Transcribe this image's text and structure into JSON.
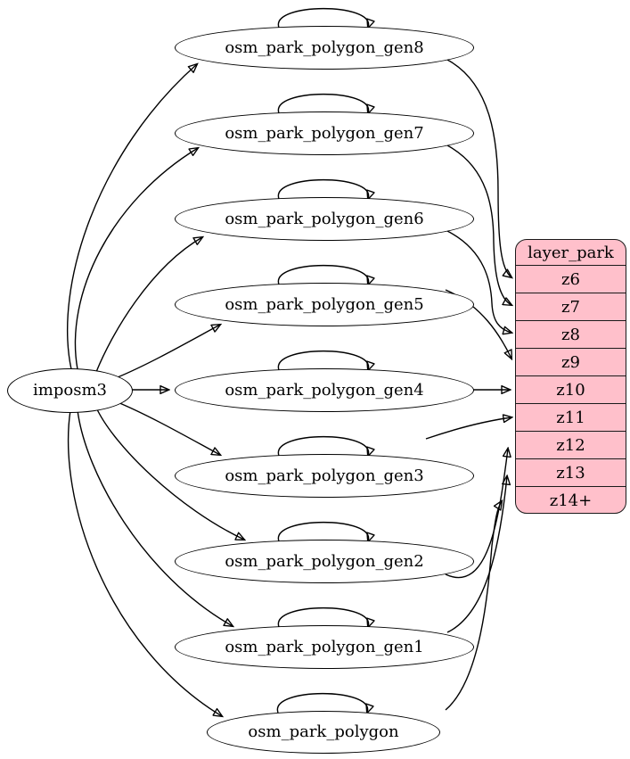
{
  "diagram": {
    "source_node": {
      "label": "imposm3"
    },
    "generalized_tables": [
      {
        "label": "osm_park_polygon_gen8"
      },
      {
        "label": "osm_park_polygon_gen7"
      },
      {
        "label": "osm_park_polygon_gen6"
      },
      {
        "label": "osm_park_polygon_gen5"
      },
      {
        "label": "osm_park_polygon_gen4"
      },
      {
        "label": "osm_park_polygon_gen3"
      },
      {
        "label": "osm_park_polygon_gen2"
      },
      {
        "label": "osm_park_polygon_gen1"
      },
      {
        "label": "osm_park_polygon"
      }
    ],
    "layer_table": {
      "title": "layer_park",
      "rows": [
        "z6",
        "z7",
        "z8",
        "z9",
        "z10",
        "z11",
        "z12",
        "z13",
        "z14+"
      ]
    },
    "edges": [
      {
        "from": "imposm3",
        "to": "osm_park_polygon_gen8"
      },
      {
        "from": "imposm3",
        "to": "osm_park_polygon_gen7"
      },
      {
        "from": "imposm3",
        "to": "osm_park_polygon_gen6"
      },
      {
        "from": "imposm3",
        "to": "osm_park_polygon_gen5"
      },
      {
        "from": "imposm3",
        "to": "osm_park_polygon_gen4"
      },
      {
        "from": "imposm3",
        "to": "osm_park_polygon_gen3"
      },
      {
        "from": "imposm3",
        "to": "osm_park_polygon_gen2"
      },
      {
        "from": "imposm3",
        "to": "osm_park_polygon_gen1"
      },
      {
        "from": "imposm3",
        "to": "osm_park_polygon"
      },
      {
        "from": "osm_park_polygon_gen8",
        "to": "osm_park_polygon_gen8",
        "type": "self-loop"
      },
      {
        "from": "osm_park_polygon_gen7",
        "to": "osm_park_polygon_gen7",
        "type": "self-loop"
      },
      {
        "from": "osm_park_polygon_gen6",
        "to": "osm_park_polygon_gen6",
        "type": "self-loop"
      },
      {
        "from": "osm_park_polygon_gen5",
        "to": "osm_park_polygon_gen5",
        "type": "self-loop"
      },
      {
        "from": "osm_park_polygon_gen4",
        "to": "osm_park_polygon_gen4",
        "type": "self-loop"
      },
      {
        "from": "osm_park_polygon_gen3",
        "to": "osm_park_polygon_gen3",
        "type": "self-loop"
      },
      {
        "from": "osm_park_polygon_gen2",
        "to": "osm_park_polygon_gen2",
        "type": "self-loop"
      },
      {
        "from": "osm_park_polygon_gen1",
        "to": "osm_park_polygon_gen1",
        "type": "self-loop"
      },
      {
        "from": "osm_park_polygon",
        "to": "osm_park_polygon",
        "type": "self-loop"
      },
      {
        "from": "osm_park_polygon_gen8",
        "to": "layer_park.z6"
      },
      {
        "from": "osm_park_polygon_gen7",
        "to": "layer_park.z7"
      },
      {
        "from": "osm_park_polygon_gen6",
        "to": "layer_park.z8"
      },
      {
        "from": "osm_park_polygon_gen5",
        "to": "layer_park.z9"
      },
      {
        "from": "osm_park_polygon_gen4",
        "to": "layer_park.z10"
      },
      {
        "from": "osm_park_polygon_gen3",
        "to": "layer_park.z11"
      },
      {
        "from": "osm_park_polygon_gen2",
        "to": "layer_park.z12"
      },
      {
        "from": "osm_park_polygon_gen1",
        "to": "layer_park.z13"
      },
      {
        "from": "osm_park_polygon",
        "to": "layer_park.z14+"
      }
    ],
    "colors": {
      "table_fill": "#ffc0cb",
      "node_fill": "#ffffff",
      "stroke": "#000000"
    }
  }
}
